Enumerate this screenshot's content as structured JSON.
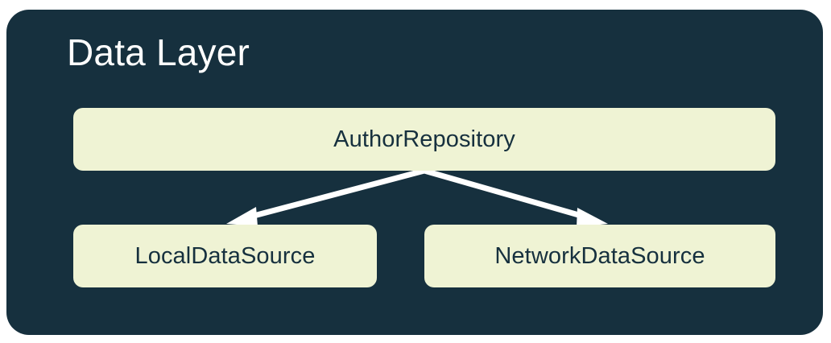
{
  "diagram": {
    "type": "architecture-layer-diagram",
    "title": "Data Layer",
    "panel_color": "#16303e",
    "node_color": "#eff3d4",
    "node_text_color": "#16303e",
    "title_color": "#ffffff",
    "arrow_color": "#ffffff",
    "nodes": [
      {
        "id": "author-repository",
        "label": "AuthorRepository",
        "role": "repository"
      },
      {
        "id": "local-data-source",
        "label": "LocalDataSource",
        "role": "data-source"
      },
      {
        "id": "network-data-source",
        "label": "NetworkDataSource",
        "role": "data-source"
      }
    ],
    "edges": [
      {
        "from": "author-repository",
        "to": "local-data-source",
        "style": "solid-arrow"
      },
      {
        "from": "author-repository",
        "to": "network-data-source",
        "style": "solid-arrow"
      }
    ]
  }
}
